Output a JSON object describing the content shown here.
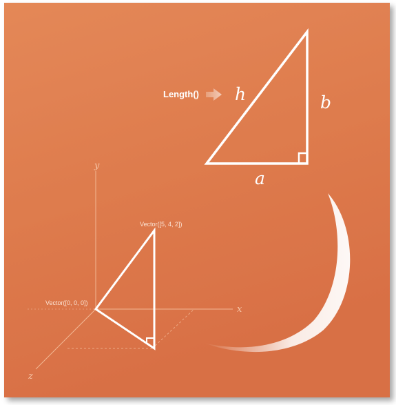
{
  "colors": {
    "background_top": "#e48857",
    "background_bottom": "#d86f44",
    "stroke": "#ffffff",
    "axis": "#f2b794"
  },
  "big_triangle": {
    "function_label": "Length()",
    "hypotenuse_label": "h",
    "vertical_label": "b",
    "horizontal_label": "a"
  },
  "axes": {
    "x_label": "x",
    "y_label": "y",
    "z_label": "z"
  },
  "vectors": {
    "origin_label": "Vector([0, 0, 0])",
    "tip_label": "Vector([5, 4, 2])"
  }
}
